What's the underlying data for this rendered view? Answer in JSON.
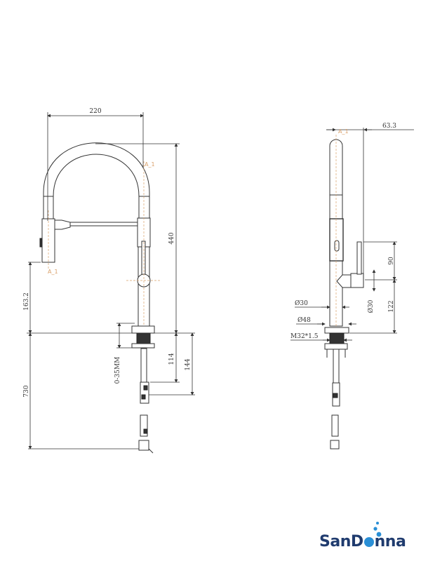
{
  "front_view": {
    "dims": {
      "width": "220",
      "height": "440",
      "head_height": "163.2",
      "below_deck": "730",
      "deck_thickness": "0-35MM",
      "hose_114": "114",
      "hose_144": "144"
    },
    "annotations": {
      "top": "A_1",
      "head": "A_1"
    }
  },
  "side_view": {
    "dims": {
      "offset": "63.3",
      "lever": "90",
      "handle_height": "122",
      "body_dia": "Ø30",
      "handle_dia": "Ø30",
      "base_dia": "Ø48",
      "thread": "M32*1.5"
    },
    "annotations": {
      "top": "A_1"
    }
  },
  "logo": {
    "text_a": "San",
    "text_b": "D",
    "text_c": "nna",
    "text_color": "#1f3b6e",
    "accent_color": "#2a8fd6"
  }
}
